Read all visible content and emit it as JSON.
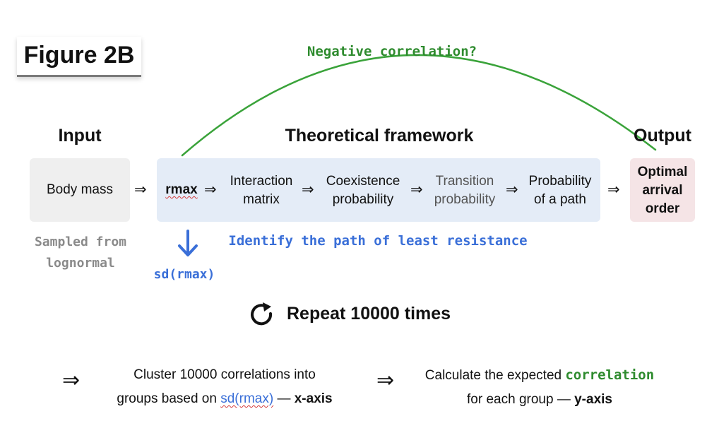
{
  "figure_title": "Figure 2B",
  "curve_label": "Negative correlation?",
  "headers": {
    "input": "Input",
    "framework": "Theoretical framework",
    "output": "Output"
  },
  "input_box": "Body mass",
  "input_note": [
    "Sampled from",
    "lognormal"
  ],
  "framework_nodes": {
    "rmax": "rmax",
    "interaction": [
      "Interaction",
      "matrix"
    ],
    "coexistence": [
      "Coexistence",
      "probability"
    ],
    "transition": [
      "Transition",
      "probability"
    ],
    "path": [
      "Probability",
      "of a path"
    ]
  },
  "output_box": [
    "Optimal",
    "arrival",
    "order"
  ],
  "arrow_glyph": "⇒",
  "down_arrow_label": "sd(rmax)",
  "path_caption": "Identify the path of least resistance",
  "repeat_label": "Repeat 10000 times",
  "bottom": {
    "step1": {
      "line1": "Cluster 10000 correlations into",
      "line2_prefix": "groups based on ",
      "line2_term": "sd(rmax)",
      "line2_dash": " — ",
      "line2_axis": "x-axis"
    },
    "step2": {
      "line1_prefix": "Calculate the expected ",
      "line1_term": "correlation",
      "line2_prefix": "for each group — ",
      "line2_axis": "y-axis"
    }
  },
  "colors": {
    "green": "#2e8b2e",
    "blue": "#3a6fd8",
    "grey_text": "#8a8a8a",
    "input_bg": "#efefef",
    "framework_bg": "#e4ecf7",
    "output_bg": "#f5e4e6",
    "curve": "#3aa33a"
  }
}
